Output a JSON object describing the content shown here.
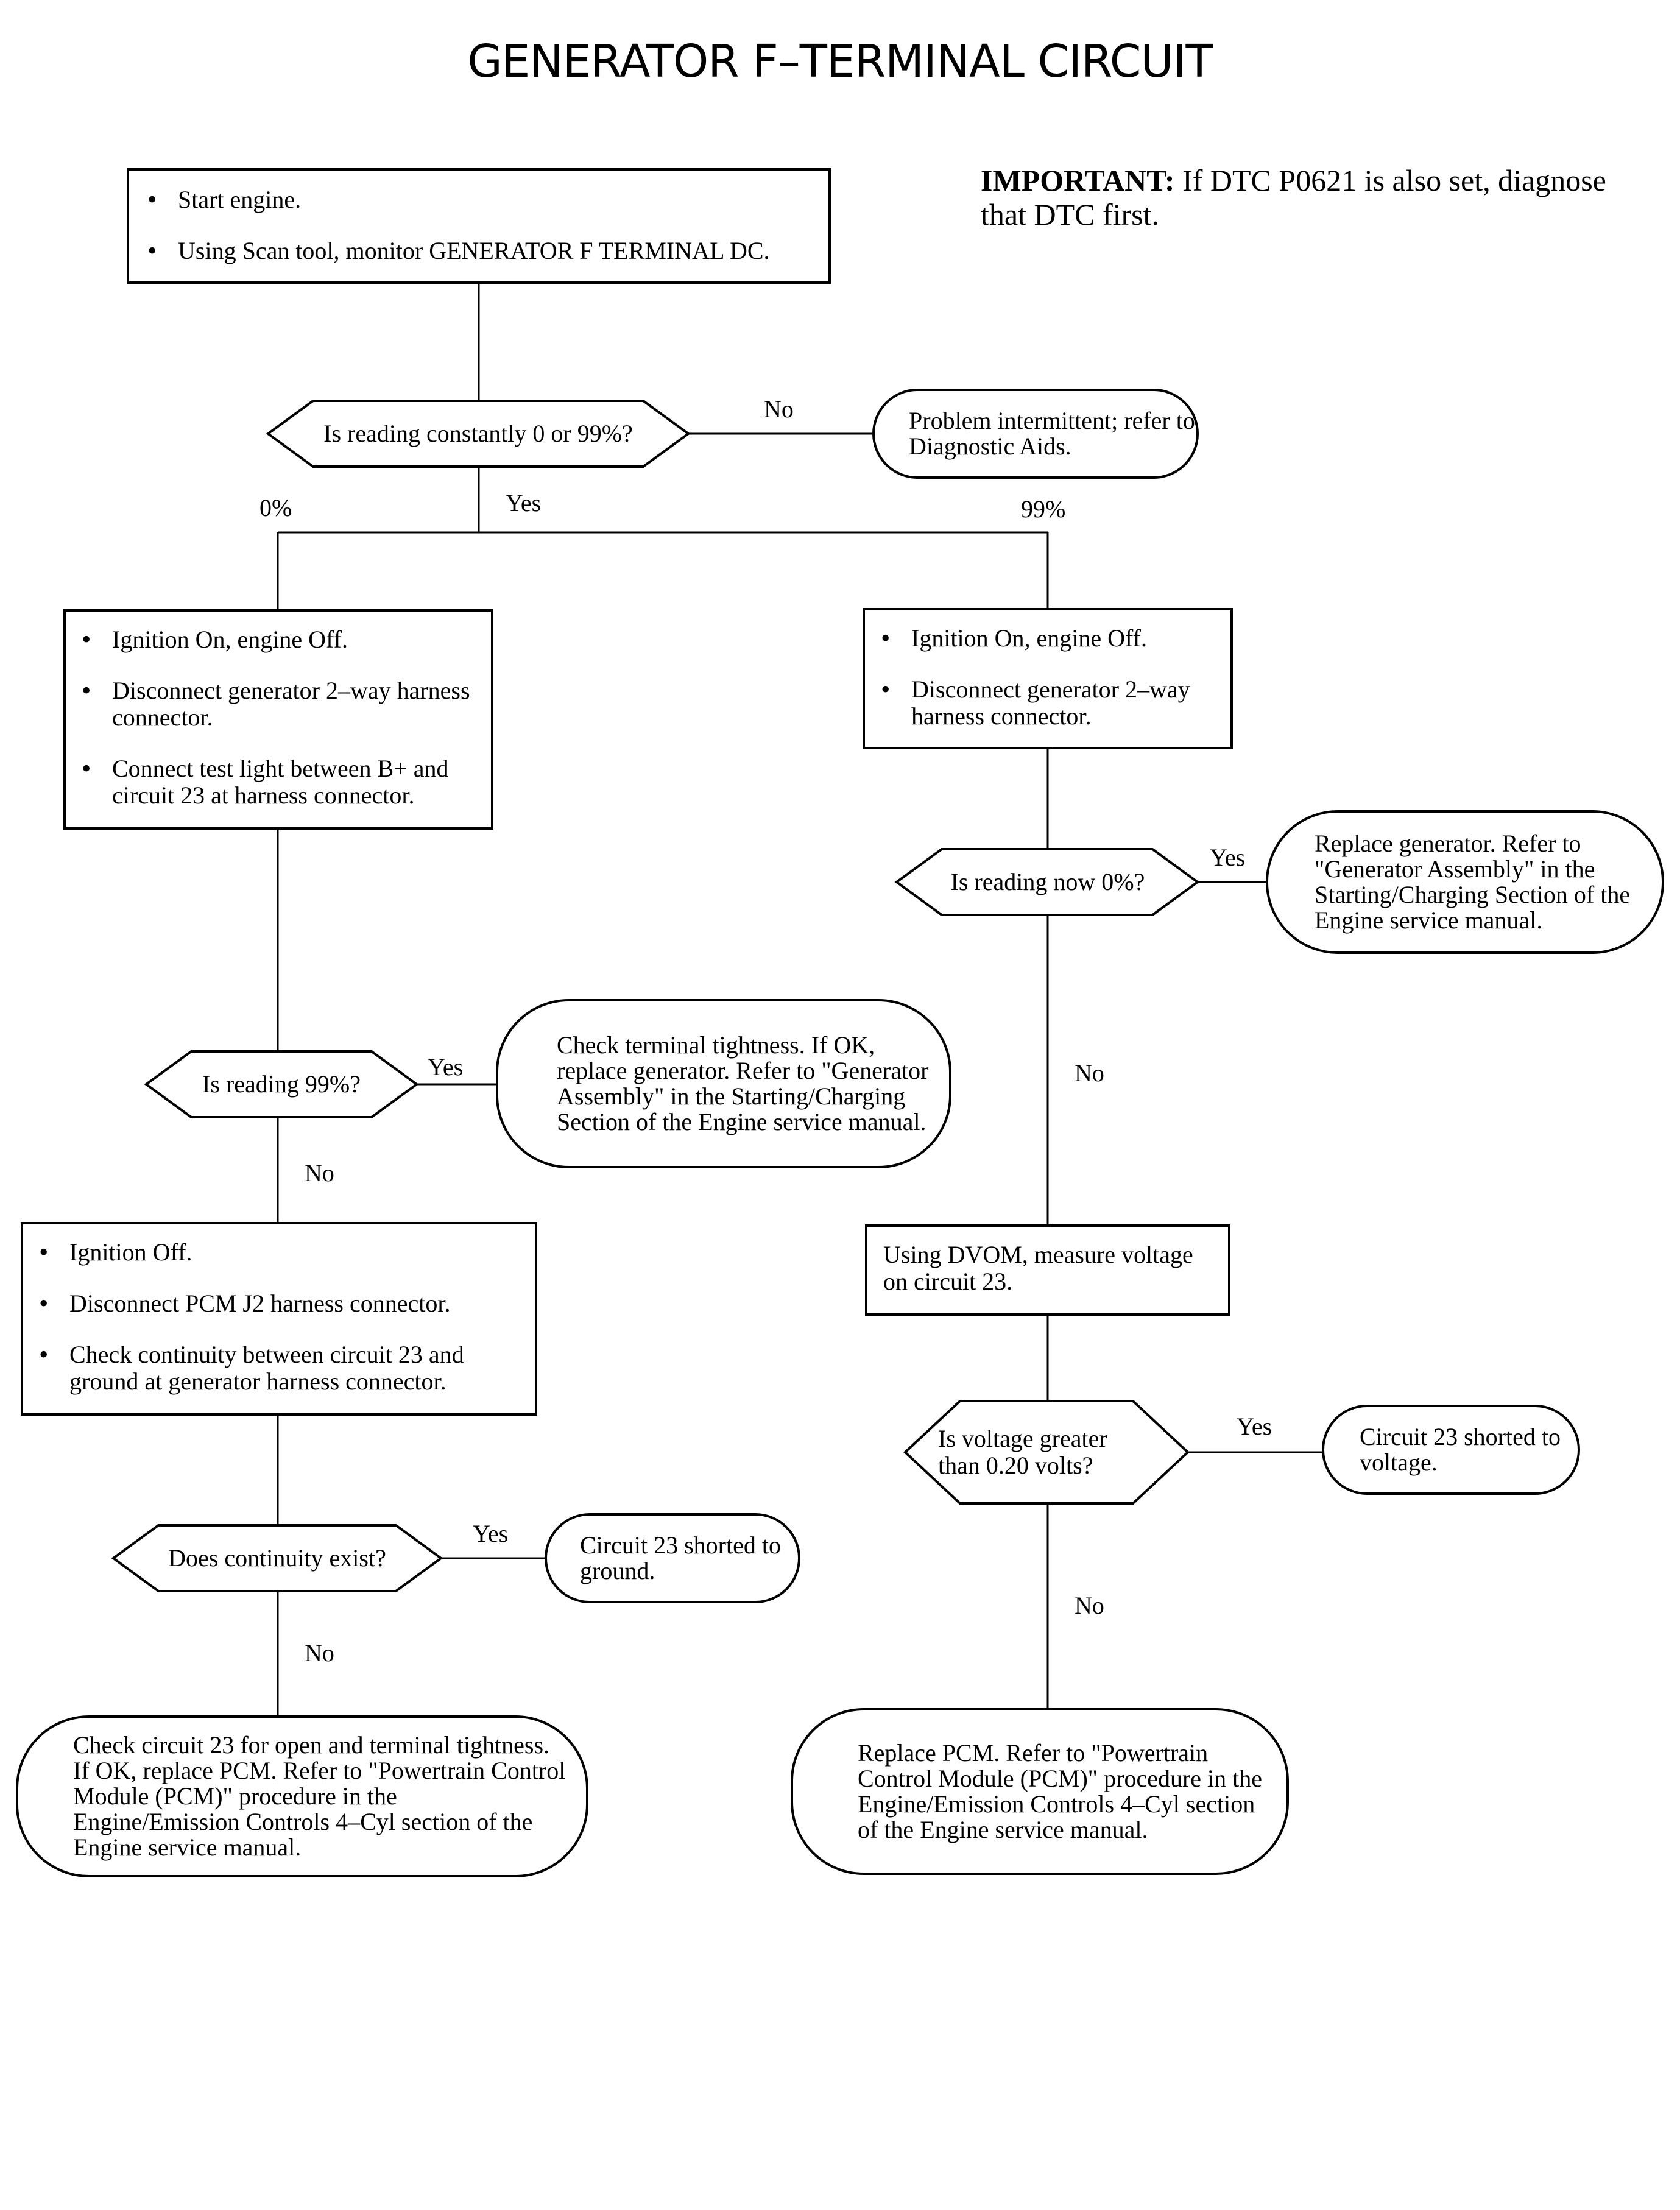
{
  "title": "GENERATOR F–TERMINAL CIRCUIT",
  "important": {
    "label": "IMPORTANT:",
    "text": "If DTC P0621 is also set, diagnose that DTC first."
  },
  "start_box": {
    "items": [
      "Start engine.",
      "Using Scan tool, monitor GENERATOR F TERMINAL DC."
    ]
  },
  "decision_reading": {
    "text": "Is reading constantly 0 or 99%?",
    "no_label": "No",
    "yes_label": "Yes",
    "left_branch": "0%",
    "right_branch": "99%"
  },
  "intermittent": {
    "text": "Problem intermittent; refer to Diagnostic Aids."
  },
  "left_ignition_box": {
    "items": [
      "Ignition On, engine Off.",
      "Disconnect generator 2–way harness connector.",
      "Connect test light between B+ and circuit 23 at harness connector."
    ]
  },
  "right_ignition_box": {
    "items": [
      "Ignition On, engine Off.",
      "Disconnect generator 2–way harness connector."
    ]
  },
  "decision_now0": {
    "text": "Is reading now 0%?",
    "yes_label": "Yes",
    "no_label": "No"
  },
  "replace_generator_right": {
    "text": "Replace generator. Refer to \"Generator Assembly\" in the Starting/Charging Section of the Engine service manual."
  },
  "decision_99": {
    "text": "Is reading 99%?",
    "yes_label": "Yes",
    "no_label": "No"
  },
  "check_terminal": {
    "text": "Check terminal tightness. If OK, replace generator. Refer to \"Generator Assembly\" in the Starting/Charging Section of the Engine service manual."
  },
  "ignition_off_box": {
    "items": [
      "Ignition Off.",
      "Disconnect PCM J2 harness connector.",
      "Check continuity between circuit 23 and ground at generator harness connector."
    ]
  },
  "dvom_box": {
    "text": "Using DVOM, measure voltage on circuit 23."
  },
  "decision_voltage": {
    "text": "Is voltage greater than 0.20 volts?",
    "yes_label": "Yes",
    "no_label": "No"
  },
  "shorted_voltage": {
    "text": "Circuit 23 shorted to voltage."
  },
  "decision_continuity": {
    "text": "Does continuity exist?",
    "yes_label": "Yes",
    "no_label": "No"
  },
  "shorted_ground": {
    "text": "Circuit 23 shorted to ground."
  },
  "check_open": {
    "text": "Check circuit 23 for open and terminal tightness. If OK, replace PCM. Refer to \"Powertrain Control Module (PCM)\" procedure in the Engine/Emission Controls 4–Cyl section of the Engine service manual."
  },
  "replace_pcm": {
    "text": "Replace PCM. Refer to \"Powertrain Control Module (PCM)\" procedure in the Engine/Emission Controls 4–Cyl section of the Engine service manual."
  }
}
